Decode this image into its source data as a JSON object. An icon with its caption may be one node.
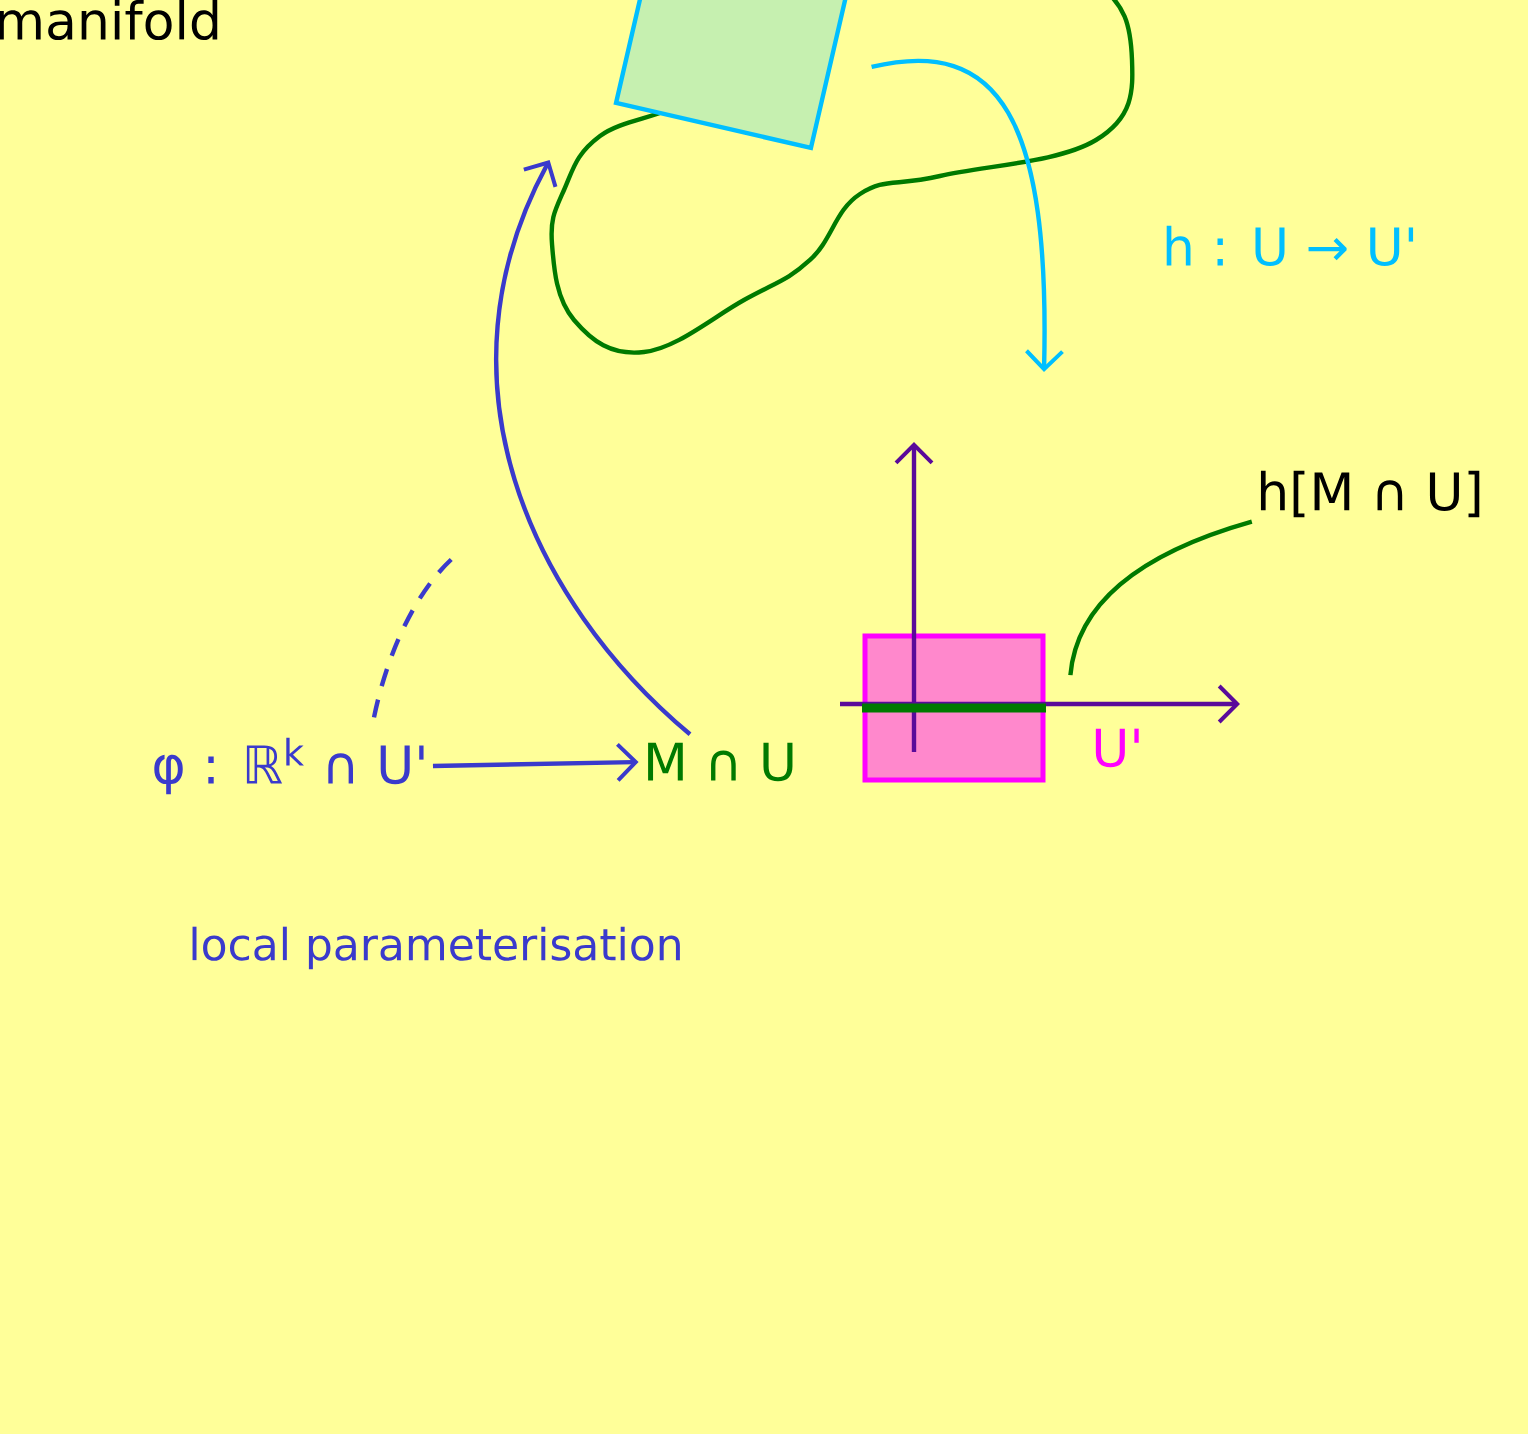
{
  "diagram": {
    "nodes": [
      {
        "text": [],
        "shape": "cloud"
      },
      {
        "text": [],
        "shape": "box"
      },
      {
        "text": [
          "M ∩ U"
        ]
      },
      {
        "text": [
          "φ : ℝ$^{k}$ ∩ U'"
        ]
      },
      {
        "text": [
          "h : U → U'"
        ]
      },
      {
        "text": [],
        "shape": "box",
        "beside": [
          "U'"
        ]
      },
      {
        "text": [
          "h[M ∩ U]"
        ]
      },
      {
        "text": [],
        "shape": "bar",
        "in": 5
      }
    ],
    "edges": [
      {
        "from": 2,
        "to": 0,
        "arrow": "to"
      },
      {
        "from": 3,
        "to": 2,
        "arrow": "to"
      },
      {
        "from": 3,
        "to": null,
        "arrow": "none",
        "style": "dashed"
      },
      {
        "from": 1,
        "to": null,
        "arrow": "to",
        "color": "#00bfff"
      },
      {
        "from": 6,
        "to": 7,
        "arrow": "none",
        "color": "#007a00"
      }
    ],
    "labels": [
      "manifold",
      "local parameterisation"
    ]
  }
}
